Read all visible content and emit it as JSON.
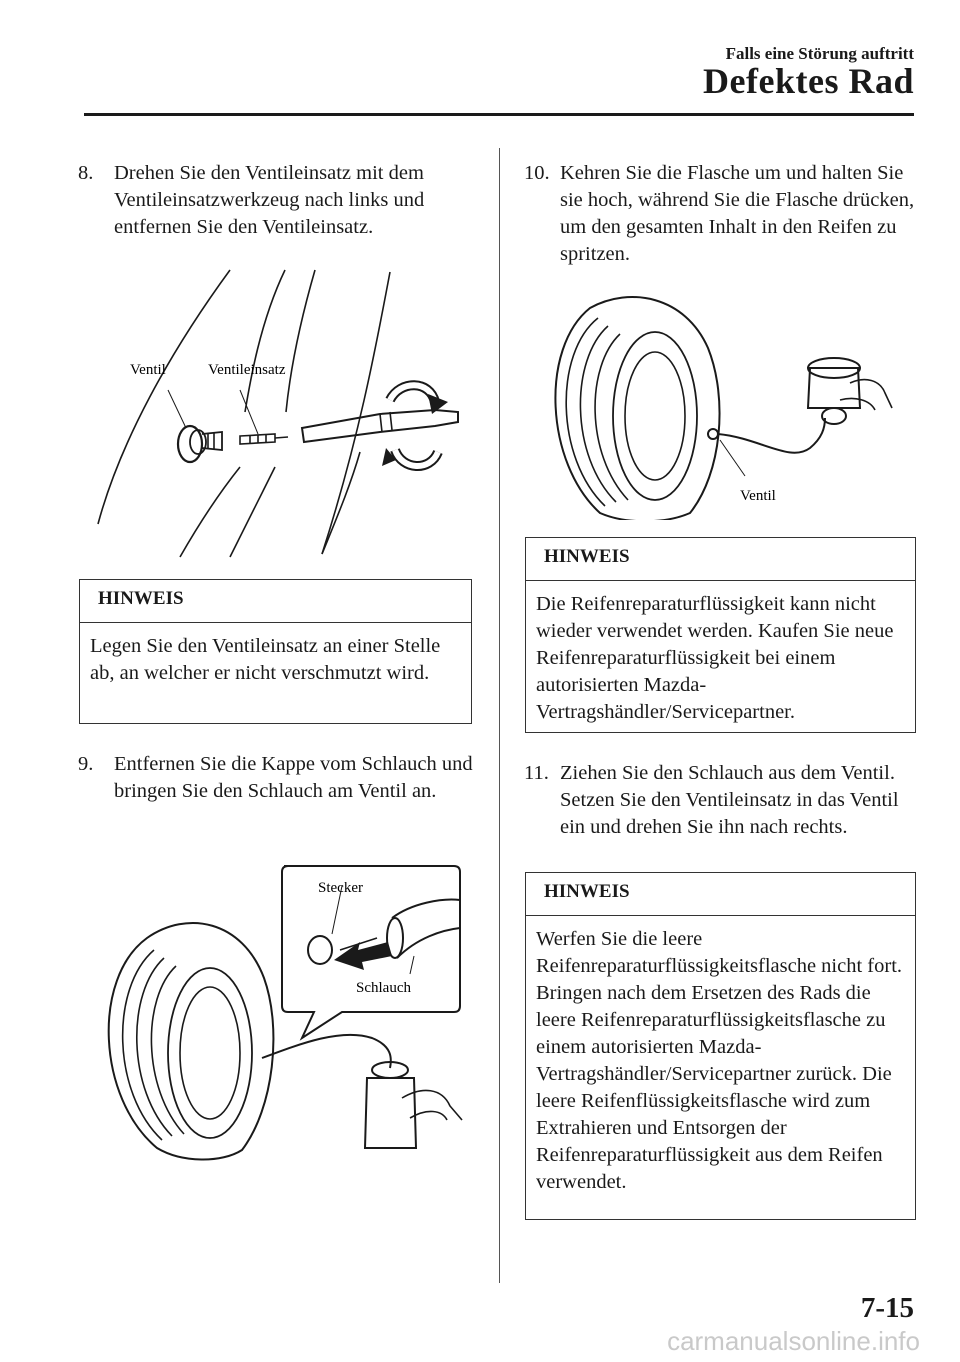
{
  "header": {
    "section": "Falls eine Störung auftritt",
    "title": "Defektes Rad"
  },
  "steps": {
    "s8": {
      "num": "8.",
      "text": "Drehen Sie den Ventileinsatz mit dem Ventileinsatzwerkzeug nach links und entfernen Sie den Ventileinsatz."
    },
    "s9": {
      "num": "9.",
      "text": "Entfernen Sie die Kappe vom Schlauch und bringen Sie den Schlauch am Ventil an."
    },
    "s10": {
      "num": "10.",
      "text": "Kehren Sie die Flasche um und halten Sie sie hoch, während Sie die Flasche drücken, um den gesamten Inhalt in den Reifen zu spritzen."
    },
    "s11": {
      "num": "11.",
      "text": "Ziehen Sie den Schlauch aus dem Ventil. Setzen Sie den Ventileinsatz in das Ventil ein und drehen Sie ihn nach rechts."
    }
  },
  "notes": {
    "n1": {
      "heading": "HINWEIS",
      "text": "Legen Sie den Ventileinsatz an einer Stelle ab, an welcher er nicht verschmutzt wird."
    },
    "n2": {
      "heading": "HINWEIS",
      "text": "Die Reifenreparaturflüssigkeit kann nicht wieder verwendet werden. Kaufen Sie neue Reifenreparaturflüssigkeit bei einem autorisierten Mazda-Vertragshändler/Servicepartner."
    },
    "n3": {
      "heading": "HINWEIS",
      "text": "Werfen Sie die leere Reifenreparaturflüssigkeitsflasche nicht fort. Bringen nach dem Ersetzen des Rads die leere Reifenreparaturflüssigkeitsflasche zu einem autorisierten Mazda-Vertragshändler/Servicepartner zurück. Die leere Reifenflüssigkeitsflasche wird zum Extrahieren und Entsorgen der Reifenreparaturflüssigkeit aus dem Reifen verwendet."
    }
  },
  "figures": {
    "fig1": {
      "label_valve": "Ventil",
      "label_core": "Ventileinsatz"
    },
    "fig2": {
      "label_plug": "Stecker",
      "label_hose": "Schlauch"
    },
    "fig3": {
      "label_valve": "Ventil"
    }
  },
  "footer": {
    "page_number": "7-15",
    "watermark": "carmanualsonline.info"
  }
}
